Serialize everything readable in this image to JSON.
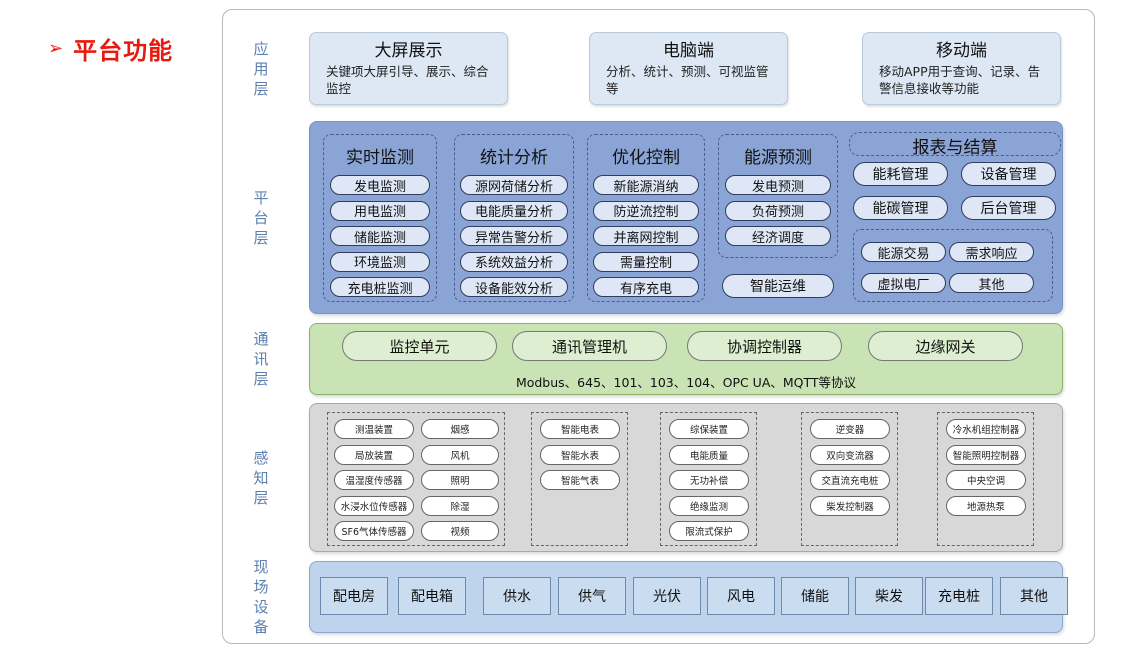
{
  "heading": {
    "arrow": "➢",
    "title": "平台功能"
  },
  "layers": {
    "app": "应用层",
    "platform": "平台层",
    "comm": "通讯层",
    "perception": "感知层",
    "field": "现场设备"
  },
  "app_cards": [
    {
      "title": "大屏展示",
      "desc": "关键项大屏引导、展示、综合监控"
    },
    {
      "title": "电脑端",
      "desc": "分析、统计、预测、可视监管等"
    },
    {
      "title": "移动端",
      "desc": "移动APP用于查询、记录、告警信息接收等功能"
    }
  ],
  "platform": {
    "groups": [
      {
        "title": "实时监测",
        "items": [
          "发电监测",
          "用电监测",
          "储能监测",
          "环境监测",
          "充电桩监测"
        ]
      },
      {
        "title": "统计分析",
        "items": [
          "源网荷储分析",
          "电能质量分析",
          "异常告警分析",
          "系统效益分析",
          "设备能效分析"
        ]
      },
      {
        "title": "优化控制",
        "items": [
          "新能源消纳",
          "防逆流控制",
          "并离网控制",
          "需量控制",
          "有序充电"
        ]
      },
      {
        "title": "能源预测",
        "items": [
          "发电预测",
          "负荷预测",
          "经济调度"
        ]
      }
    ],
    "ops": "智能运维",
    "report": {
      "title": "报表与结算",
      "items": [
        "能耗管理",
        "设备管理",
        "能碳管理",
        "后台管理"
      ],
      "sub_items": [
        "能源交易",
        "需求响应",
        "虚拟电厂",
        "其他"
      ]
    }
  },
  "comm": {
    "items": [
      "监控单元",
      "通讯管理机",
      "协调控制器",
      "边缘网关"
    ],
    "protocol": "Modbus、645、101、103、104、OPC UA、MQTT等协议"
  },
  "perception": {
    "groups": [
      [
        "测温装置",
        "烟感",
        "局放装置",
        "风机",
        "温湿度传感器",
        "照明",
        "水浸水位传感器",
        "除湿",
        "SF6气体传感器",
        "视频"
      ],
      [
        "智能电表",
        "智能水表",
        "智能气表"
      ],
      [
        "综保装置",
        "电能质量",
        "无功补偿",
        "绝缘监测",
        "限流式保护"
      ],
      [
        "逆变器",
        "双向变流器",
        "交直流充电桩",
        "柴发控制器"
      ],
      [
        "冷水机组控制器",
        "智能照明控制器",
        "中央空调",
        "地源热泵"
      ]
    ]
  },
  "field": {
    "items": [
      "配电房",
      "配电箱",
      "供水",
      "供气",
      "光伏",
      "风电",
      "储能",
      "柴发",
      "充电桩",
      "其他"
    ]
  }
}
